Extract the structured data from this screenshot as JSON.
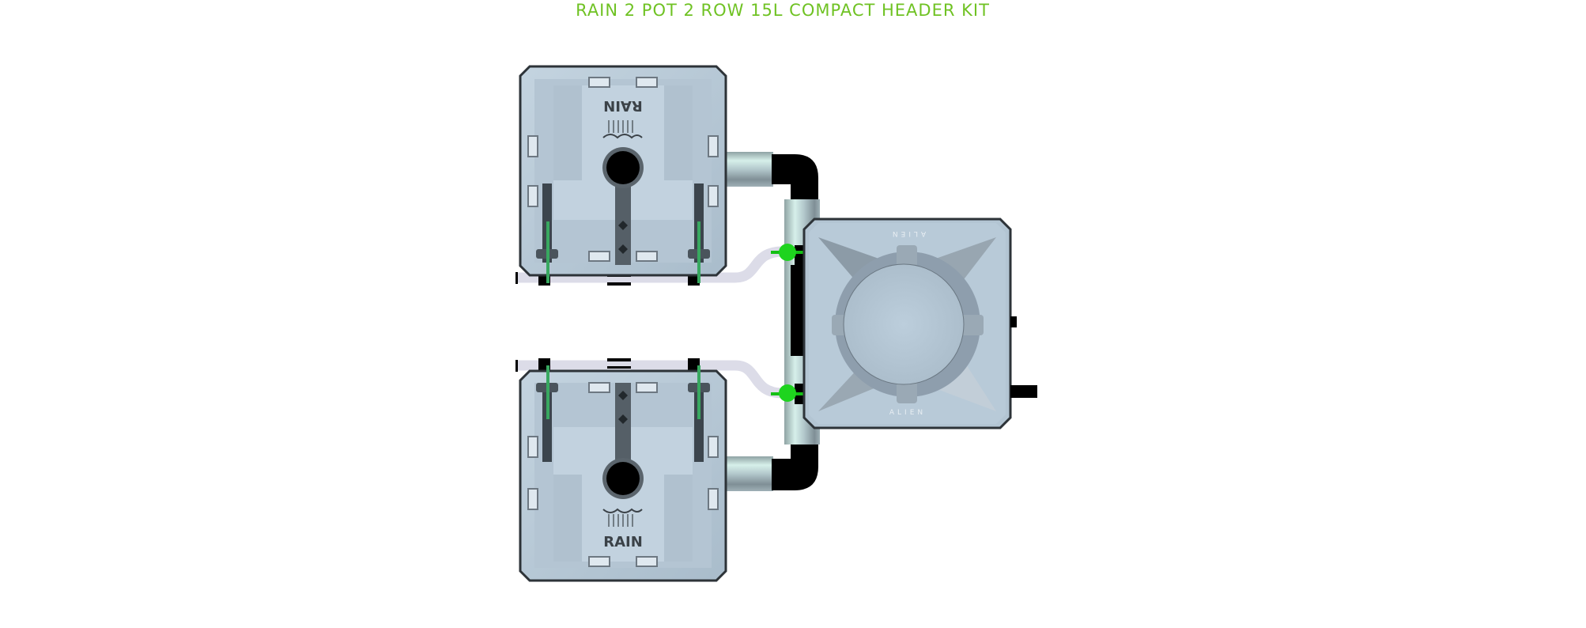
{
  "title": "RAIN 2 POT 2 ROW 15L COMPACT HEADER KIT",
  "colors": {
    "title": "#6fc223",
    "pot_body": "#b8c8d6",
    "pot_edge": "#5c6670",
    "tube": "#dcdce8",
    "fitting_green": "#1ed41e",
    "elbow_black": "#000000",
    "pipe_highlight": "#c8e8e0"
  },
  "diagram": {
    "pots": [
      {
        "id": "pot-top",
        "brand_label": "RAIN",
        "orientation": "flipped"
      },
      {
        "id": "pot-bottom",
        "brand_label": "RAIN",
        "orientation": "normal"
      }
    ],
    "header_tank": {
      "brand_label_top": "ALIEN",
      "brand_label_bottom": "ALIEN"
    },
    "valves": 2,
    "rows": 2
  }
}
